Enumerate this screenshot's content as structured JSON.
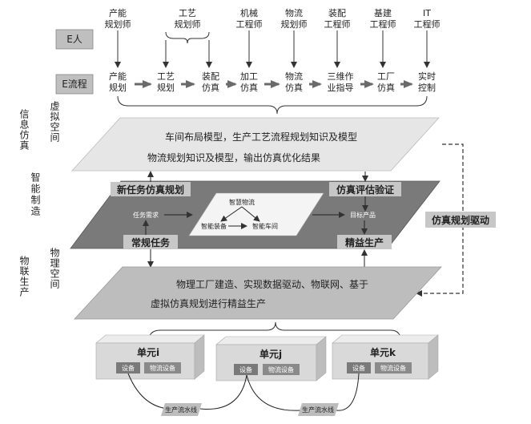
{
  "row_labels": {
    "e_people": "E人",
    "e_process": "E流程"
  },
  "roles": [
    {
      "line1": "产能",
      "line2": "规划师"
    },
    {
      "line1": "工艺",
      "line2": "规划师"
    },
    {
      "line1": "机械",
      "line2": "工程师"
    },
    {
      "line1": "物流",
      "line2": "规划师"
    },
    {
      "line1": "装配",
      "line2": "工程师"
    },
    {
      "line1": "基建",
      "line2": "工程师"
    },
    {
      "line1": "IT",
      "line2": "工程师"
    }
  ],
  "processes": [
    {
      "line1": "产能",
      "line2": "规划"
    },
    {
      "line1": "工艺",
      "line2": "规划"
    },
    {
      "line1": "装配",
      "line2": "仿真"
    },
    {
      "line1": "加工",
      "line2": "仿真"
    },
    {
      "line1": "物流",
      "line2": "仿真"
    },
    {
      "line1": "三维作",
      "line2": "业指导"
    },
    {
      "line1": "工厂",
      "line2": "仿真"
    },
    {
      "line1": "实时",
      "line2": "控制"
    }
  ],
  "layers": {
    "virtual": {
      "side_label_a": "信息仿真",
      "side_label_b": "虚拟空间",
      "line1": "车间布局模型，生产工艺流程规划知识及模型",
      "line2": "物流规划知识及模型，输出仿真优化结果"
    },
    "smart": {
      "side_label": "智能制造",
      "new_task": "新任务仿真规划",
      "eval": "仿真评估验证",
      "routine": "常规任务",
      "lean": "精益生产",
      "task_demand": "任务需求",
      "smart_logistics": "智慧物流",
      "smart_assembly": "智能装备",
      "smart_workshop": "智能车间",
      "target_product": "目标产品",
      "driver": "仿真规划驱动"
    },
    "physical": {
      "side_label_a": "物联生产",
      "side_label_b": "物理空间",
      "line1": "物理工厂建造、实现数据驱动、物联网、基于",
      "line2": "虚拟仿真规划进行精益生产"
    }
  },
  "units": [
    {
      "name": "单元i",
      "equip": "设备",
      "logistics": "物流设备"
    },
    {
      "name": "单元j",
      "equip": "设备",
      "logistics": "物流设备"
    },
    {
      "name": "单元k",
      "equip": "设备",
      "logistics": "物流设备"
    }
  ],
  "lines": [
    "生产流水线",
    "生产流水线"
  ],
  "colors": {
    "top_plane": "#e6e6e6",
    "mid_plane": "#7a7a7a",
    "inner_plane": "#f4f4f4",
    "bottom_plane": "#bdbdbd",
    "label_box": "#c7c7c7",
    "block_face": "#d9d9d9"
  }
}
